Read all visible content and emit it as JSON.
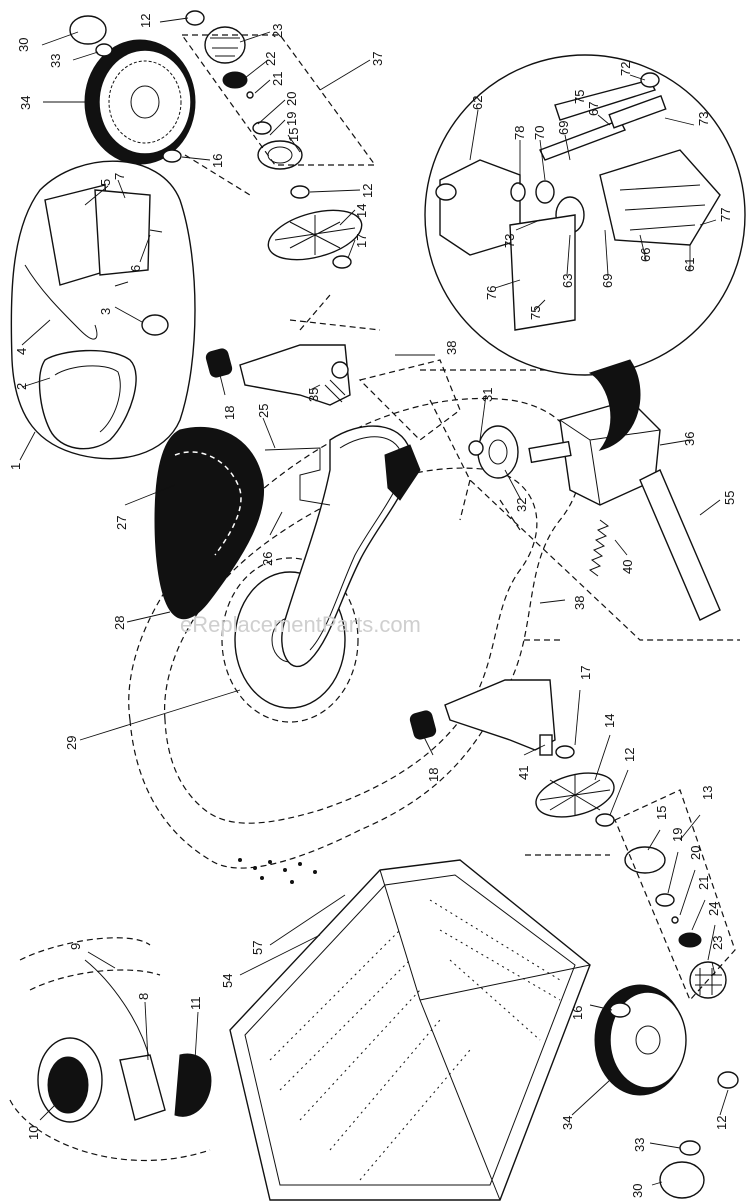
{
  "watermark": "eReplacementParts.com",
  "labels": [
    {
      "id": "c30a",
      "text": "30"
    },
    {
      "id": "c33a",
      "text": "33"
    },
    {
      "id": "c34a",
      "text": "34"
    },
    {
      "id": "c12a",
      "text": "12"
    },
    {
      "id": "c23a",
      "text": "23"
    },
    {
      "id": "c22a",
      "text": "22"
    },
    {
      "id": "c21a",
      "text": "21"
    },
    {
      "id": "c20a",
      "text": "20"
    },
    {
      "id": "c19a",
      "text": "19"
    },
    {
      "id": "c15a",
      "text": "15"
    },
    {
      "id": "c37",
      "text": "37"
    },
    {
      "id": "c16a",
      "text": "16"
    },
    {
      "id": "c12b",
      "text": "12"
    },
    {
      "id": "c14a",
      "text": "14"
    },
    {
      "id": "c17a",
      "text": "17"
    },
    {
      "id": "c5",
      "text": "5"
    },
    {
      "id": "c7",
      "text": "7"
    },
    {
      "id": "c6",
      "text": "6"
    },
    {
      "id": "c3",
      "text": "3"
    },
    {
      "id": "c4",
      "text": "4"
    },
    {
      "id": "c2",
      "text": "2"
    },
    {
      "id": "c1",
      "text": "1"
    },
    {
      "id": "c62",
      "text": "62"
    },
    {
      "id": "c78",
      "text": "78"
    },
    {
      "id": "c70",
      "text": "70"
    },
    {
      "id": "c69a",
      "text": "69"
    },
    {
      "id": "c67",
      "text": "67"
    },
    {
      "id": "c75a",
      "text": "75"
    },
    {
      "id": "c72",
      "text": "72"
    },
    {
      "id": "c73a",
      "text": "73"
    },
    {
      "id": "c73b",
      "text": "73"
    },
    {
      "id": "c63",
      "text": "63"
    },
    {
      "id": "c69b",
      "text": "69"
    },
    {
      "id": "c66",
      "text": "66"
    },
    {
      "id": "c61",
      "text": "61"
    },
    {
      "id": "c77",
      "text": "77"
    },
    {
      "id": "c76",
      "text": "76"
    },
    {
      "id": "c75b",
      "text": "75"
    },
    {
      "id": "c38a",
      "text": "38"
    },
    {
      "id": "c18a",
      "text": "18"
    },
    {
      "id": "c35",
      "text": "35"
    },
    {
      "id": "c25",
      "text": "25"
    },
    {
      "id": "c31",
      "text": "31"
    },
    {
      "id": "c32",
      "text": "32"
    },
    {
      "id": "c36",
      "text": "36"
    },
    {
      "id": "c55",
      "text": "55"
    },
    {
      "id": "c27",
      "text": "27"
    },
    {
      "id": "c26",
      "text": "26"
    },
    {
      "id": "c40",
      "text": "40"
    },
    {
      "id": "c28",
      "text": "28"
    },
    {
      "id": "c38b",
      "text": "38"
    },
    {
      "id": "c29",
      "text": "29"
    },
    {
      "id": "c17b",
      "text": "17"
    },
    {
      "id": "c14b",
      "text": "14"
    },
    {
      "id": "c18b",
      "text": "18"
    },
    {
      "id": "c41",
      "text": "41"
    },
    {
      "id": "c12c",
      "text": "12"
    },
    {
      "id": "c13",
      "text": "13"
    },
    {
      "id": "c15b",
      "text": "15"
    },
    {
      "id": "c19b",
      "text": "19"
    },
    {
      "id": "c20b",
      "text": "20"
    },
    {
      "id": "c21b",
      "text": "21"
    },
    {
      "id": "c24",
      "text": "24"
    },
    {
      "id": "c23b",
      "text": "23"
    },
    {
      "id": "c9",
      "text": "9"
    },
    {
      "id": "c57",
      "text": "57"
    },
    {
      "id": "c54",
      "text": "54"
    },
    {
      "id": "c8",
      "text": "8"
    },
    {
      "id": "c11",
      "text": "11"
    },
    {
      "id": "c10",
      "text": "10"
    },
    {
      "id": "c16b",
      "text": "16"
    },
    {
      "id": "c34b",
      "text": "34"
    },
    {
      "id": "c33b",
      "text": "33"
    },
    {
      "id": "c12d",
      "text": "12"
    },
    {
      "id": "c30b",
      "text": "30"
    }
  ]
}
